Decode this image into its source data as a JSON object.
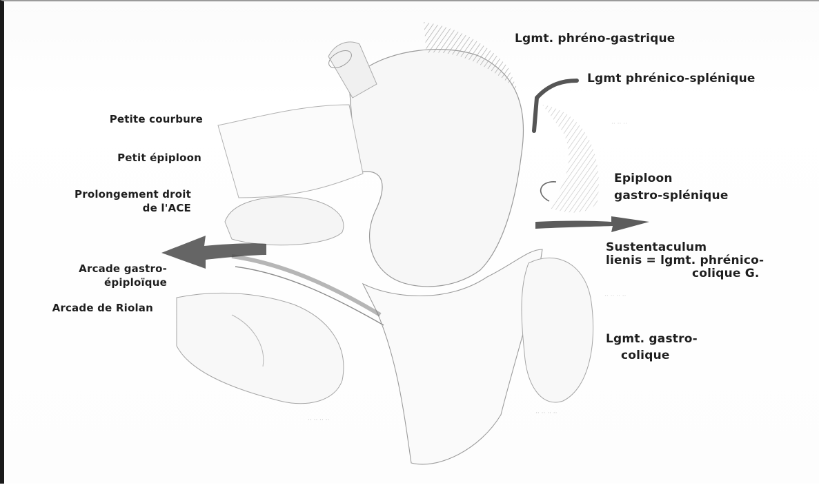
{
  "labels": {
    "phreno_gastrique": "Lgmt. phréno-gastrique",
    "phrenico_splenique": "Lgmt phrénico-splénique",
    "petite_courbure": "Petite courbure",
    "petit_epiploon": "Petit épiploon",
    "prolongement_line1": "Prolongement droit",
    "prolongement_line2": "de l'ACE",
    "epiploon_gs_line1": "Epiploon",
    "epiploon_gs_line2": "gastro-splénique",
    "sustentaculum_line1": "Sustentaculum",
    "sustentaculum_line2": "lienis = lgmt. phrénico-",
    "sustentaculum_line3": "colique G.",
    "arcade_ge_line1": "Arcade gastro-",
    "arcade_ge_line2": "épiploïque",
    "arcade_riolan": "Arcade de Riolan",
    "gastro_colique_line1": "Lgmt. gastro-",
    "gastro_colique_line2": "colique"
  },
  "colors": {
    "ink": "#1e1e1e",
    "drawing_line": "#8a8a8a",
    "arrow_fill": "#4a4a4a",
    "frame_left": "#1a1a1a"
  }
}
